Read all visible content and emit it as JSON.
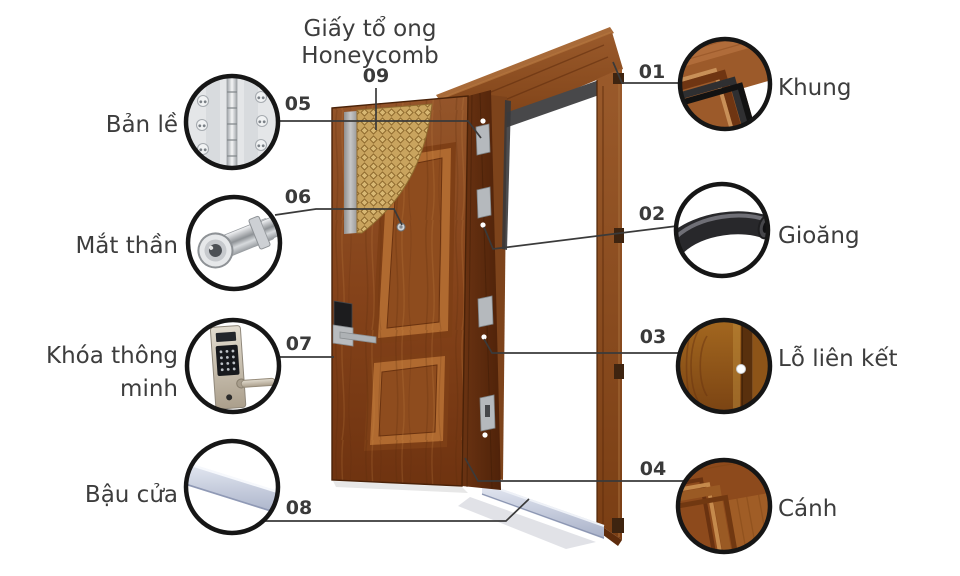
{
  "diagram": {
    "title_top": {
      "num": "09",
      "lines": [
        "Giấy tổ ong",
        "Honeycomb"
      ]
    },
    "parts_left": [
      {
        "num": "05",
        "label": "Bản lề"
      },
      {
        "num": "06",
        "label": "Mắt thần"
      },
      {
        "num": "07",
        "label": "Khóa thông minh",
        "lines": [
          "Khóa thông",
          "minh"
        ]
      },
      {
        "num": "08",
        "label": "Bậu cửa"
      }
    ],
    "parts_right": [
      {
        "num": "01",
        "label": "Khung"
      },
      {
        "num": "02",
        "label": "Gioăng"
      },
      {
        "num": "03",
        "label": "Lỗ liên kết"
      },
      {
        "num": "04",
        "label": "Cánh"
      }
    ],
    "colors": {
      "background": "#ffffff",
      "text": "#3d3d3d",
      "leader_line": "#3a3a3a",
      "callout_border": "#161616",
      "wood_light": "#9a5a28",
      "wood_mid": "#8a4a1e",
      "wood_dark": "#5e2c10",
      "honeycomb": "#c9a45e",
      "steel": "#d9dbdd",
      "sill": "#bcc3d8"
    }
  }
}
